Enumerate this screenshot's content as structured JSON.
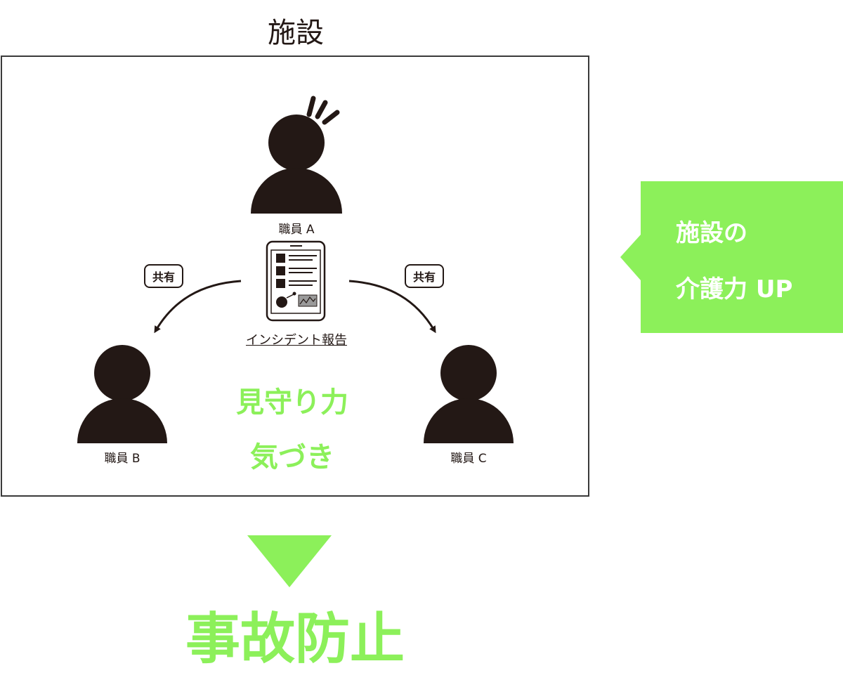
{
  "facility": {
    "title": "施設"
  },
  "staff": {
    "a": {
      "label": "職員 A"
    },
    "b": {
      "label": "職員 B"
    },
    "c": {
      "label": "職員 C"
    }
  },
  "share": {
    "left_label": "共有",
    "right_label": "共有"
  },
  "report": {
    "label": "インシデント報告"
  },
  "benefits": {
    "line1": "見守り力",
    "line2": "気づき"
  },
  "callout": {
    "line1": "施設の",
    "line2": "介護力 UP"
  },
  "result": {
    "label": "事故防止"
  },
  "colors": {
    "accent_green": "#8cf05a",
    "ink": "#231815"
  },
  "icons": [
    "person-icon",
    "alert-lines-icon",
    "tablet-report-icon",
    "curved-arrow-icon",
    "down-triangle-icon"
  ]
}
